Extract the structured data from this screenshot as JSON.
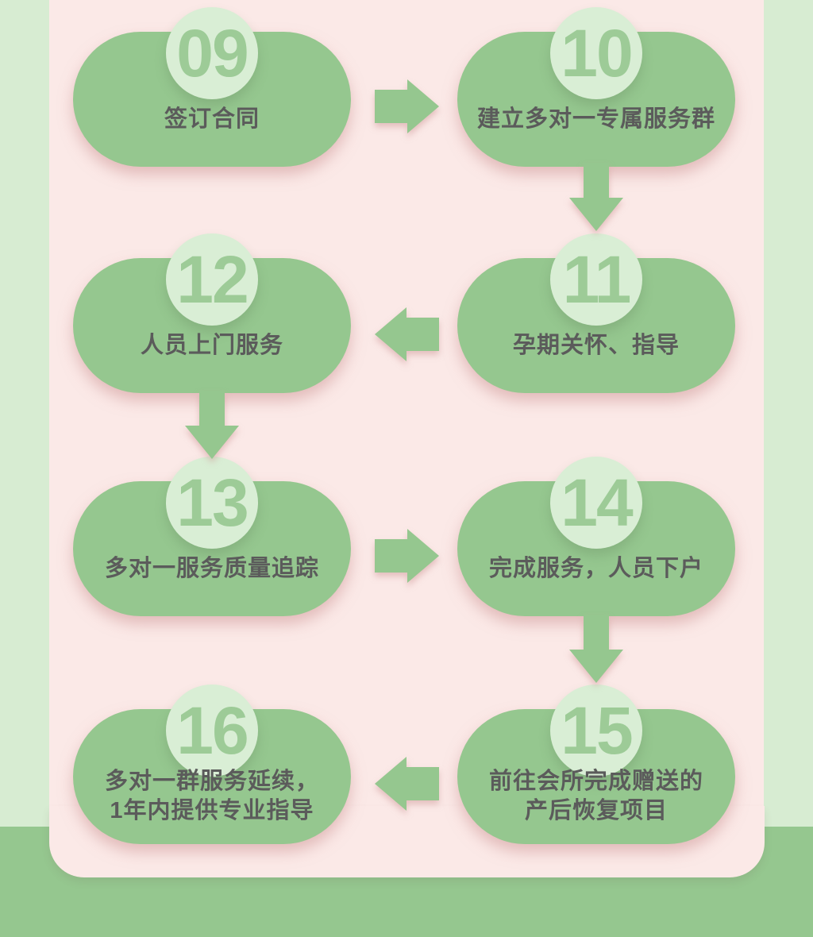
{
  "colors": {
    "bg_pink": "#fbe9e7",
    "side_strip_green": "#d7ecd2",
    "main_green": "#95c78f",
    "circle_green": "#d9eed5",
    "number_green": "#9dcb97",
    "label_gray": "#5b5b5b"
  },
  "steps": [
    {
      "number": "09",
      "label": "签订合同"
    },
    {
      "number": "10",
      "label": "建立多对一专属服务群"
    },
    {
      "number": "11",
      "label": "孕期关怀、指导"
    },
    {
      "number": "12",
      "label": "人员上门服务"
    },
    {
      "number": "13",
      "label": "多对一服务质量追踪"
    },
    {
      "number": "14",
      "label": "完成服务，人员下户"
    },
    {
      "number": "15",
      "label": "前往会所完成赠送的\n产后恢复项目"
    },
    {
      "number": "16",
      "label": "多对一群服务延续，\n1年内提供专业指导"
    }
  ],
  "flow": [
    {
      "from": "09",
      "to": "10",
      "direction": "right"
    },
    {
      "from": "10",
      "to": "11",
      "direction": "down"
    },
    {
      "from": "11",
      "to": "12",
      "direction": "left"
    },
    {
      "from": "12",
      "to": "13",
      "direction": "down"
    },
    {
      "from": "13",
      "to": "14",
      "direction": "right"
    },
    {
      "from": "14",
      "to": "15",
      "direction": "down"
    },
    {
      "from": "15",
      "to": "16",
      "direction": "left"
    }
  ]
}
